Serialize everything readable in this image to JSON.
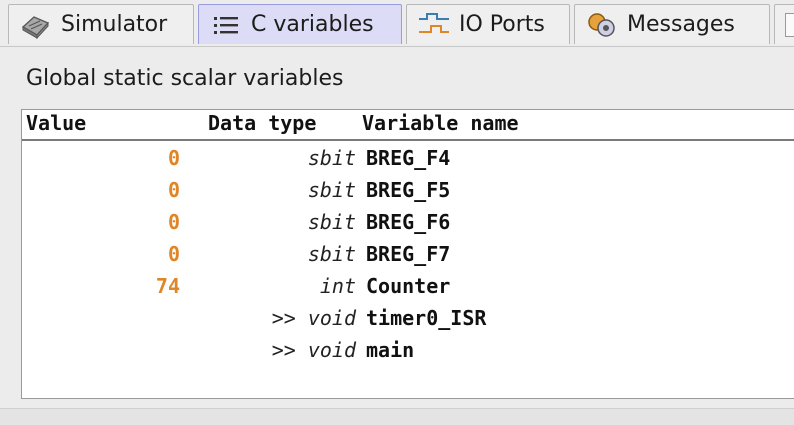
{
  "tabs": [
    {
      "label": "Simulator",
      "icon": "simulator-icon",
      "active": false
    },
    {
      "label": "C variables",
      "icon": "list-icon",
      "active": true
    },
    {
      "label": "IO Ports",
      "icon": "io-ports-icon",
      "active": false
    },
    {
      "label": "Messages",
      "icon": "messages-icon",
      "active": false
    }
  ],
  "section_title": "Global static scalar variables",
  "table": {
    "columns": [
      "Value",
      "Data type",
      "Variable name"
    ],
    "rows": [
      {
        "value": "0",
        "prefix": "",
        "type": "sbit",
        "name": "BREG_F4"
      },
      {
        "value": "0",
        "prefix": "",
        "type": "sbit",
        "name": "BREG_F5"
      },
      {
        "value": "0",
        "prefix": "",
        "type": "sbit",
        "name": "BREG_F6"
      },
      {
        "value": "0",
        "prefix": "",
        "type": "sbit",
        "name": "BREG_F7"
      },
      {
        "value": "74",
        "prefix": "",
        "type": "int",
        "name": "Counter"
      },
      {
        "value": "",
        "prefix": ">> ",
        "type": "void",
        "name": "timer0_ISR"
      },
      {
        "value": "",
        "prefix": ">> ",
        "type": "void",
        "name": "main"
      }
    ]
  },
  "colors": {
    "value_text": "#e0862a",
    "active_tab_bg": "#dcdcf6",
    "active_tab_border": "#9b9be0"
  }
}
